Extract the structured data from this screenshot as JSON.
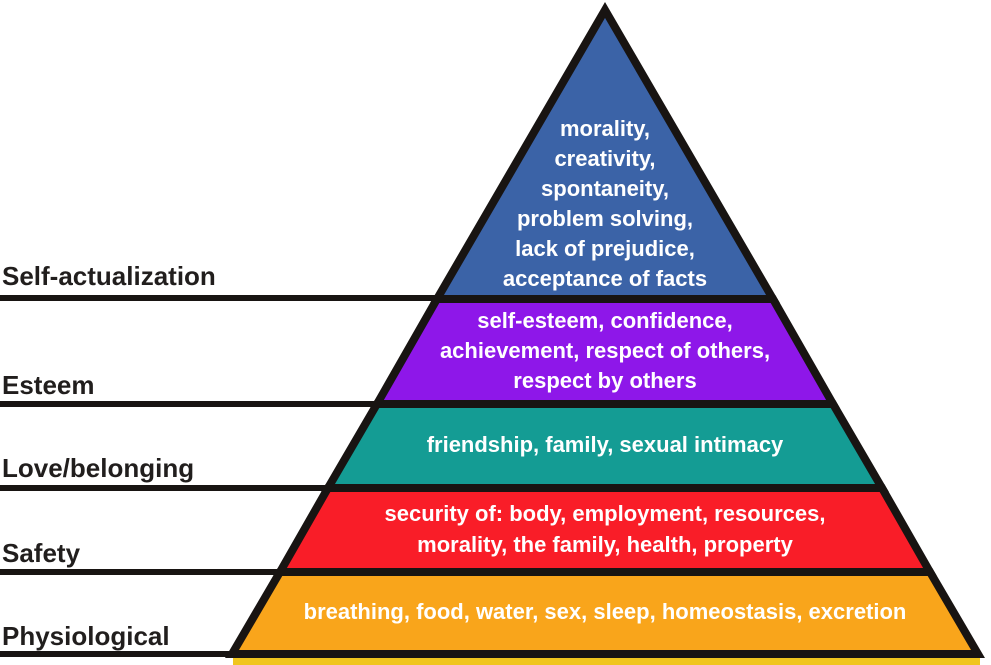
{
  "diagram": {
    "type": "pyramid-hierarchy",
    "background_color": "#FFFFFF",
    "border_color": "#181412",
    "level_text_color": "#FFFFFF",
    "side_label_color": "#211E1D",
    "bottom_strip_color": "#F0C51E",
    "levels": [
      {
        "label": "Self-actualization",
        "color": "#3B63A7",
        "items": "morality,\ncreativity,\nspontaneity,\nproblem solving,\nlack of prejudice,\nacceptance of facts"
      },
      {
        "label": "Esteem",
        "color": "#8E17E9",
        "items": "self-esteem, confidence,\nachievement, respect of others,\nrespect by others"
      },
      {
        "label": "Love/belonging",
        "color": "#149C94",
        "items": "friendship, family, sexual intimacy"
      },
      {
        "label": "Safety",
        "color": "#F91D28",
        "items": "security of: body, employment, resources,\nmorality, the family, health, property"
      },
      {
        "label": "Physiological",
        "color": "#F9A51B",
        "items": "breathing, food, water, sex, sleep, homeostasis, excretion"
      }
    ]
  }
}
